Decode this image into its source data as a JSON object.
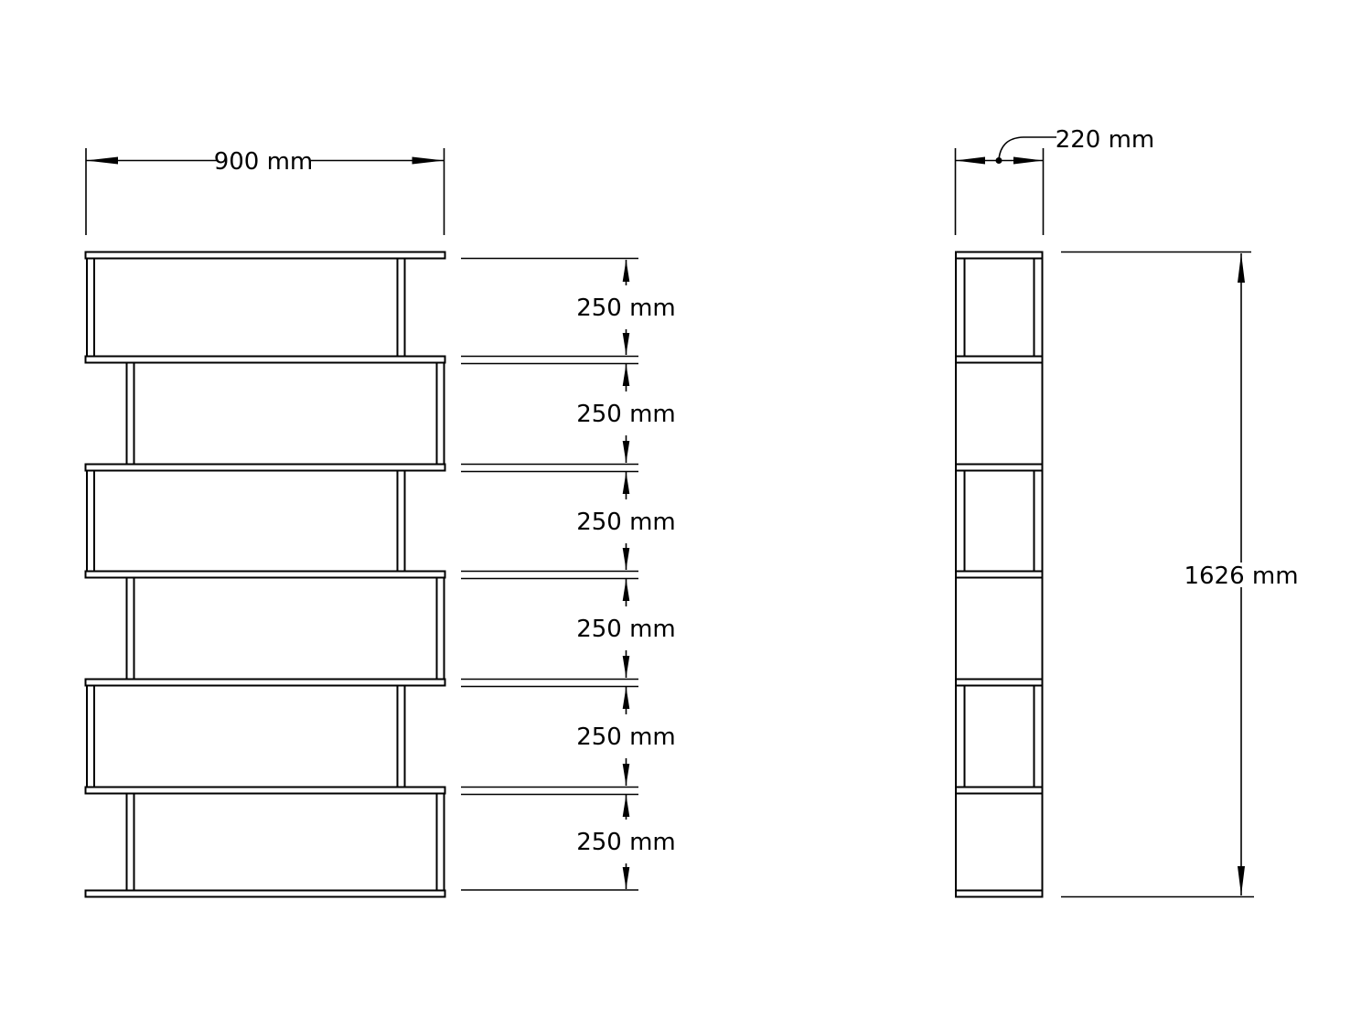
{
  "colors": {
    "background": "#ffffff",
    "line": "#000000"
  },
  "drawing": {
    "front_view": {
      "width_dim": {
        "label": "900 mm",
        "value_mm": 900
      },
      "shelf_spacing_labels": [
        "250 mm",
        "250 mm",
        "250 mm",
        "250 mm",
        "250 mm",
        "250 mm"
      ],
      "shelf_section_count": 6
    },
    "side_view": {
      "depth_dim": {
        "label": "220 mm",
        "value_mm": 220
      },
      "height_dim": {
        "label": "1626 mm",
        "value_mm": 1626
      }
    }
  }
}
